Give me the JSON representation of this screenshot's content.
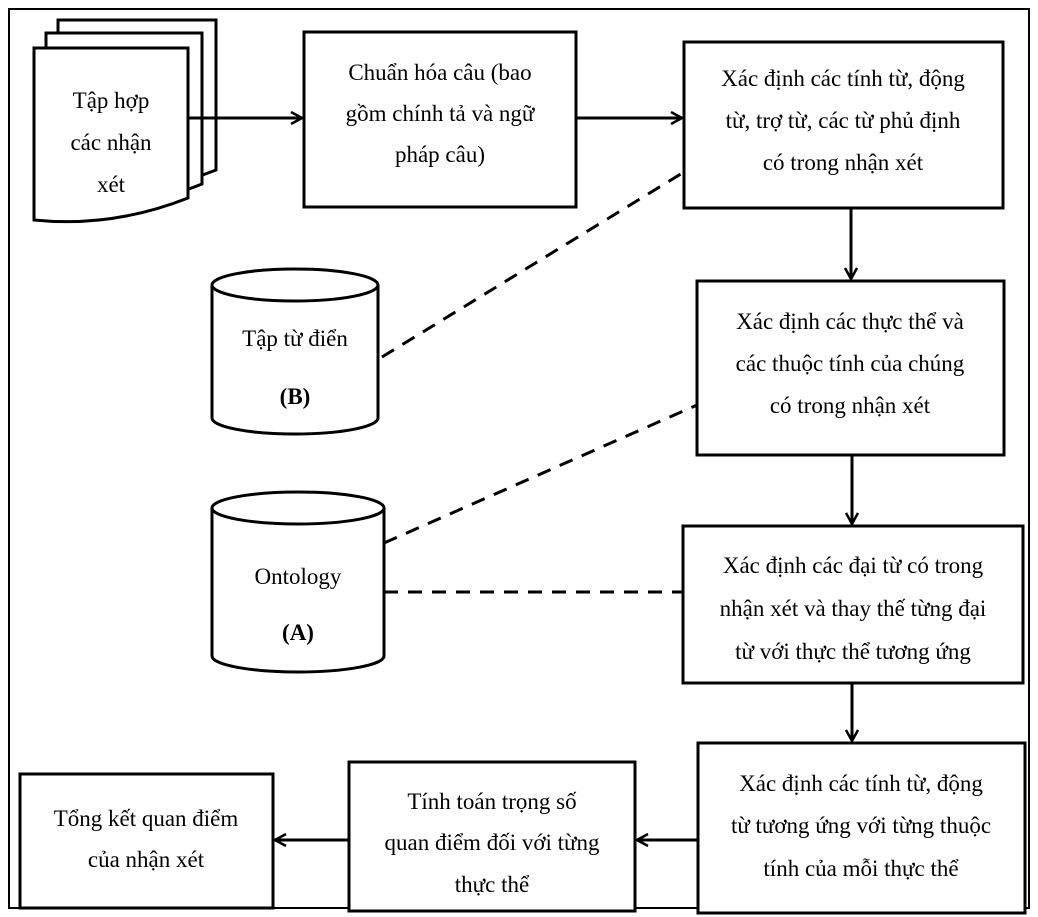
{
  "documents": {
    "lines": [
      "Tập hợp",
      "các nhận",
      "xét"
    ]
  },
  "step_normalize": {
    "lines": [
      "Chuẩn hóa câu (bao",
      "gồm chính tả và ngữ",
      "pháp câu)"
    ]
  },
  "step_identify_words": {
    "lines": [
      "Xác định các tính từ, động",
      "từ, trợ từ, các từ phủ định",
      "có trong nhận xét"
    ]
  },
  "dictionary": {
    "label": "Tập từ điển",
    "tag": "(B)"
  },
  "step_entities": {
    "lines": [
      "Xác định các thực thể và",
      "các thuộc tính của chúng",
      "có trong nhận xét"
    ]
  },
  "ontology": {
    "label": "Ontology",
    "tag": "(A)"
  },
  "step_pronouns": {
    "lines": [
      "Xác định các đại từ có trong",
      "nhận xét và thay thế từng đại",
      "từ với thực thể tương ứng"
    ]
  },
  "step_match": {
    "lines": [
      "Xác định các tính từ, động",
      "từ tương ứng với từng thuộc",
      "tính của mỗi thực thể"
    ]
  },
  "step_weights": {
    "lines": [
      "Tính toán trọng số",
      "quan điểm đối với từng",
      "thực thể"
    ]
  },
  "step_summary": {
    "lines": [
      "Tổng kết quan điểm",
      "của nhận xét"
    ]
  }
}
